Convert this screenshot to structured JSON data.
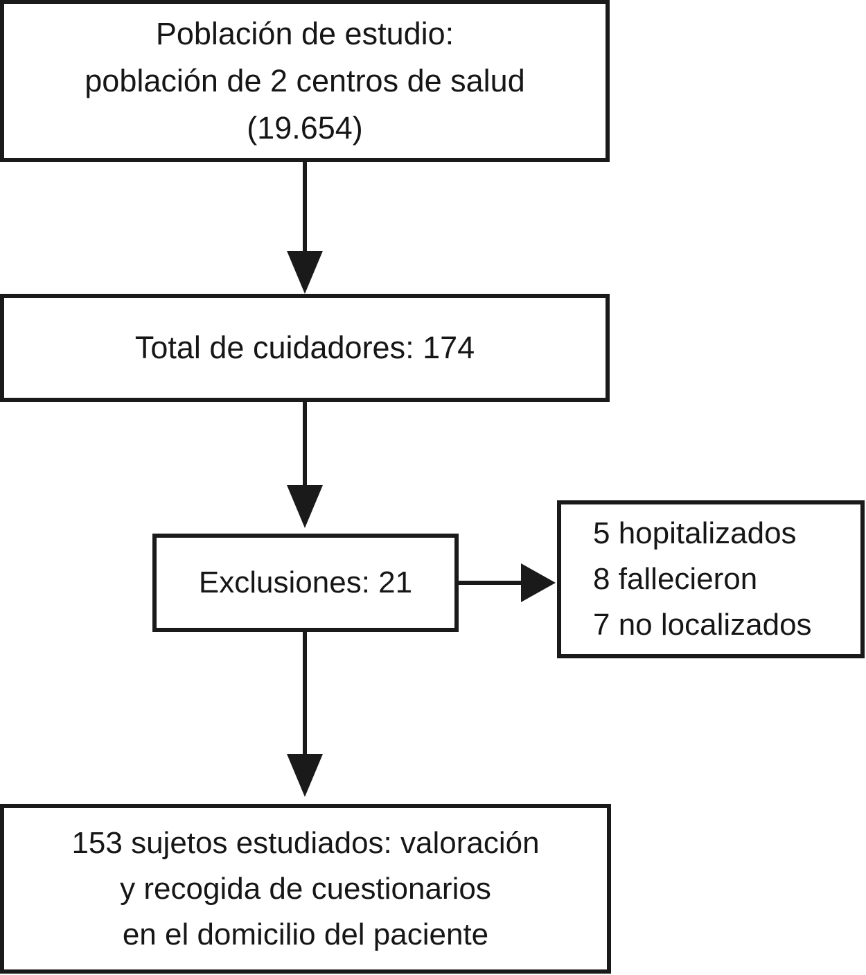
{
  "diagram": {
    "title": "Study population flowchart",
    "colors": {
      "line": "#1a1a1a",
      "background": "#ffffff",
      "text": "#161616"
    },
    "boxes": {
      "population": {
        "lines": {
          "0": "Población de estudio:",
          "1": "población de 2 centros de salud",
          "2": "(19.654)"
        }
      },
      "caregivers": {
        "label": "Total de cuidadores: 174"
      },
      "exclusions": {
        "label": "Exclusiones: 21"
      },
      "exclusion_reasons": {
        "lines": {
          "0": "5 hopitalizados",
          "1": "8 fallecieron",
          "2": "7 no localizados"
        }
      },
      "studied": {
        "lines": {
          "0": "153 sujetos estudiados: valoración",
          "1": "y recogida de cuestionarios",
          "2": "en el domicilio del paciente"
        }
      }
    }
  }
}
